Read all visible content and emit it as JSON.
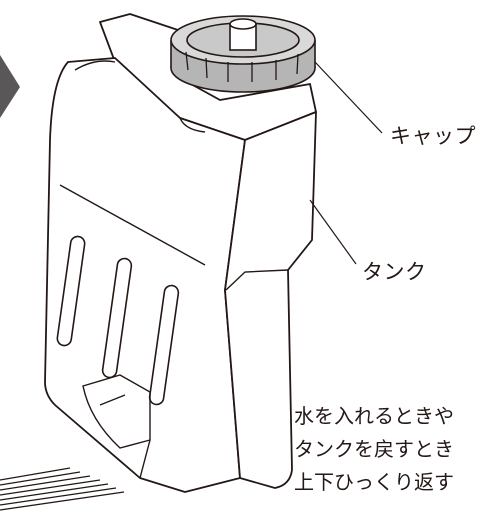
{
  "labels": {
    "cap": "キャップ",
    "tank": "タンク"
  },
  "note_lines": [
    "水を入れるときや",
    "タンクを戻すとき",
    "上下ひっくり返す"
  ],
  "colors": {
    "arrow": "#595757",
    "line": "#231815",
    "background": "#ffffff"
  },
  "icons": {
    "arrow": "triangle-arrow-icon"
  }
}
